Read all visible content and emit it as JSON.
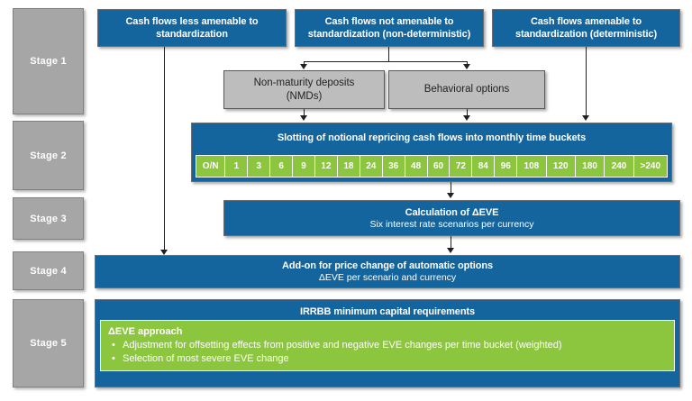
{
  "diagram": {
    "title": "IRRBB standardised framework stages",
    "colors": {
      "blue": "#14659e",
      "green": "#8cc63e",
      "grey_box": "#bdbdbd",
      "stage_grey": "#a6a6a6",
      "line": "#231f20",
      "text_on_blue": "#ffffff"
    }
  },
  "stages": [
    {
      "id": "stage-1",
      "label": "Stage 1"
    },
    {
      "id": "stage-2",
      "label": "Stage 2"
    },
    {
      "id": "stage-3",
      "label": "Stage 3"
    },
    {
      "id": "stage-4",
      "label": "Stage 4"
    },
    {
      "id": "stage-5",
      "label": "Stage 5"
    }
  ],
  "stage1": {
    "boxes": [
      {
        "id": "cash-flows-less-amenable",
        "line1": "Cash flows less amenable to",
        "line2": "standardization"
      },
      {
        "id": "cash-flows-not-amenable",
        "line1": "Cash flows not amenable to",
        "line2": "standardization (non-deterministic)"
      },
      {
        "id": "cash-flows-amenable",
        "line1": "Cash flows amenable to",
        "line2": "standardization (deterministic)"
      }
    ],
    "sub_boxes": [
      {
        "id": "non-maturity-deposits",
        "line1": "Non-maturity deposits",
        "line2": "(NMDs)"
      },
      {
        "id": "behavioral-options",
        "line1": "Behavioral options",
        "line2": ""
      }
    ]
  },
  "stage2": {
    "title": "Slotting of notional repricing cash flows into monthly time buckets",
    "buckets": [
      "O/N",
      "1",
      "3",
      "6",
      "9",
      "12",
      "18",
      "24",
      "36",
      "48",
      "60",
      "72",
      "84",
      "96",
      "108",
      "120",
      "180",
      "240",
      ">240"
    ]
  },
  "stage3": {
    "title": "Calculation of ΔEVE",
    "subtitle": "Six interest rate scenarios per currency"
  },
  "stage4": {
    "title": "Add-on for price change of automatic options",
    "subtitle": "ΔEVE per scenario and currency"
  },
  "stage5": {
    "title": "IRRBB minimum capital requirements",
    "panel_title": "ΔEVE approach",
    "panel_items": [
      "Adjustment  for offsetting effects from positive and negative EVE changes per time bucket (weighted)",
      "Selection of most severe EVE change"
    ]
  }
}
